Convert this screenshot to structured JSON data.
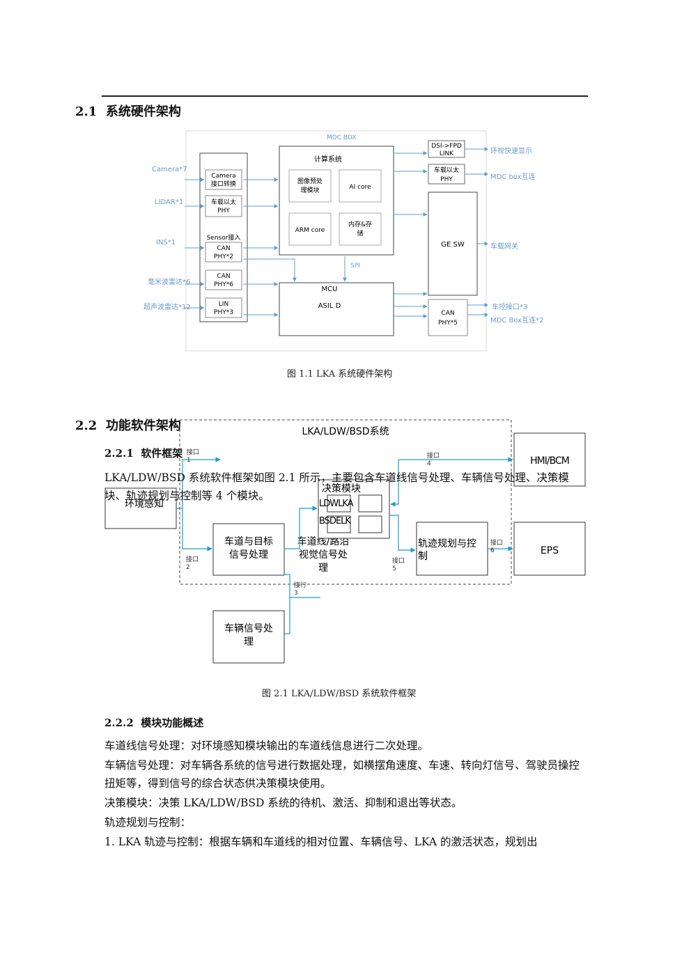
{
  "section_hw": {
    "number": "2.1",
    "title": "系统硬件架构"
  },
  "figure1": {
    "box_label": "MDC BOX",
    "inputs": [
      "Camera*7",
      "LIDAR*1",
      "INS*1",
      "毫米波雷达*6",
      "超声波雷达*12"
    ],
    "ifaces": {
      "camera_1": "Camera",
      "camera_2": "接口转换",
      "eth_1": "车载以太",
      "eth_2": "PHY",
      "sensor_access": "Sensor接入",
      "can1_1": "CAN",
      "can1_2": "PHY*2",
      "can2_1": "CAN",
      "can2_2": "PHY*6",
      "lin_1": "LIN",
      "lin_2": "PHY*3"
    },
    "compute": {
      "title": "计算系统",
      "img_1": "图像预处",
      "img_2": "理模块",
      "ai": "AI core",
      "arm": "ARM core",
      "mem_1": "内存&存",
      "mem_2": "储"
    },
    "spi": "SPI",
    "mcu": {
      "title": "MCU",
      "asil": "ASIL D"
    },
    "right": {
      "dsi_1": "DSI->FPD",
      "dsi_2": "LINK",
      "eth_1": "车载以太",
      "eth_2": "PHY",
      "gesw": "GE SW",
      "can_1": "CAN",
      "can_2": "PHY*5"
    },
    "outputs": {
      "display": "环视快速显示",
      "mdc_link": "MDC box互连",
      "gateway": "车载网关",
      "ctrl": "车控接口*3",
      "mdc_link2": "MDC Box互连*2"
    },
    "caption": "图 1.1 LKA 系统硬件架构"
  },
  "section_sw": {
    "number": "2.2",
    "title": "功能软件架构"
  },
  "section_fw": {
    "number": "2.2.1",
    "title": "软件框架"
  },
  "intro_text": "LKA/LDW/BSD 系统软件框架如图 2.1 所示，主要包含车道线信号处理、车辆信号处理、决策模块、轨迹规划与控制等 4 个模块。",
  "figure2": {
    "system_title": "LKA/LDW/BSD系统",
    "env": "环境感知",
    "lane_target_1": "车道与目标",
    "lane_target_2": "信号处理",
    "lane_vision_1": "车道线/路沿",
    "lane_vision_2": "视觉信号处",
    "lane_vision_3": "理",
    "decision": "决策模块",
    "ldw_lka": "LDWLKA",
    "bsd_elk": "BSDELK",
    "traj_1": "轨迹规划与控",
    "traj_2": "制",
    "vehicle_1": "车辆信号处",
    "vehicle_2": "理",
    "hmi": "HMI/BCM",
    "eps": "EPS",
    "iface_word": "接口",
    "iface_3_word": "接行",
    "n1": "1",
    "n2": "2",
    "n3": "3",
    "n4": "4",
    "n5": "5",
    "n6": "6",
    "caption": "图 2.1 LKA/LDW/BSD 系统软件框架"
  },
  "section_mod": {
    "number": "2.2.2",
    "title": "模块功能概述"
  },
  "module_text": {
    "p1": "车道线信号处理：对环境感知模块输出的车道线信息进行二次处理。",
    "p2": "车辆信号处理：对车辆各系统的信号进行数据处理，如横摆角速度、车速、转向灯信号、驾驶员操控扭矩等，得到信号的综合状态供决策模块使用。",
    "p3": "决策模块：决策 LKA/LDW/BSD 系统的待机、激活、抑制和退出等状态。",
    "p4": "轨迹规划与控制：",
    "p5": "1. LKA 轨迹与控制：根据车辆和车道线的相对位置、车辆信号、LKA 的激活状态，规划出"
  },
  "colors": {
    "arrow": "#5a9fd4",
    "arrow_sw": "#1c9ad6",
    "box": "#333333"
  }
}
